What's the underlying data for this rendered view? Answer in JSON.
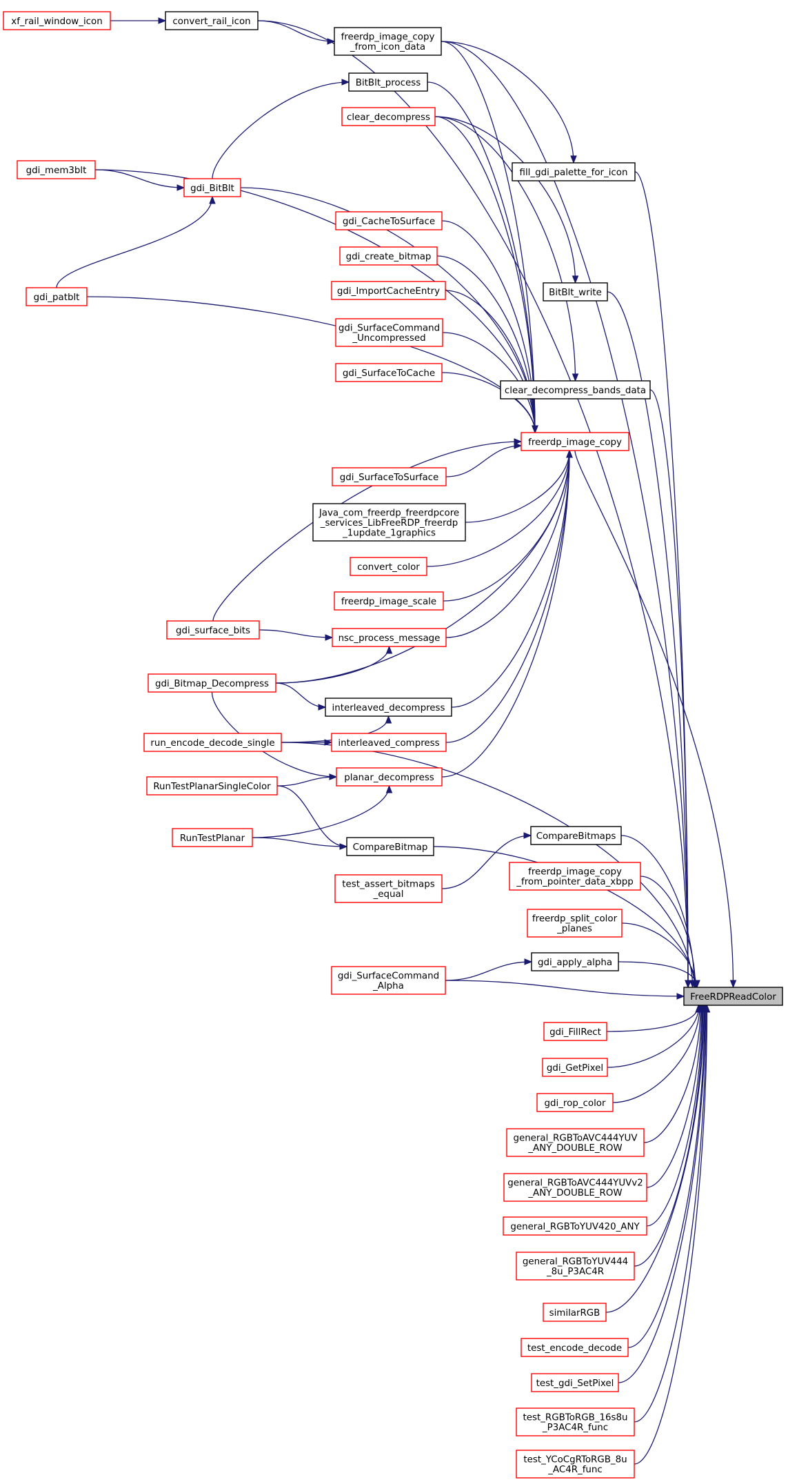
{
  "diagram": {
    "focus": "FreeRDPReadColor",
    "nodes": {
      "xf_rail_window_icon": [
        "xf_rail_window_icon"
      ],
      "convert_rail_icon": [
        "convert_rail_icon"
      ],
      "fic": [
        "freerdp_image_copy",
        "_from_icon_data"
      ],
      "BitBlt_process": [
        "BitBlt_process"
      ],
      "clear_decompress": [
        "clear_decompress"
      ],
      "gdi_mem3blt": [
        "gdi_mem3blt"
      ],
      "gdi_BitBlt": [
        "gdi_BitBlt"
      ],
      "fill_gdi_palette_for_icon": [
        "fill_gdi_palette_for_icon"
      ],
      "gdi_CacheToSurface": [
        "gdi_CacheToSurface"
      ],
      "gdi_create_bitmap": [
        "gdi_create_bitmap"
      ],
      "gdi_patblt": [
        "gdi_patblt"
      ],
      "gdi_ImportCacheEntry": [
        "gdi_ImportCacheEntry"
      ],
      "BitBlt_write": [
        "BitBlt_write"
      ],
      "gsc_unc": [
        "gdi_SurfaceCommand",
        "_Uncompressed"
      ],
      "gdi_SurfaceToCache": [
        "gdi_SurfaceToCache"
      ],
      "cdbd": [
        "clear_decompress_bands_data"
      ],
      "freerdp_image_copy": [
        "freerdp_image_copy"
      ],
      "gdi_SurfaceToSurface": [
        "gdi_SurfaceToSurface"
      ],
      "java": [
        "Java_com_freerdp_freerdpcore",
        "_services_LibFreeRDP_freerdp",
        "_1update_1graphics"
      ],
      "convert_color": [
        "convert_color"
      ],
      "freerdp_image_scale": [
        "freerdp_image_scale"
      ],
      "gdi_surface_bits": [
        "gdi_surface_bits"
      ],
      "nsc_process_message": [
        "nsc_process_message"
      ],
      "gdi_Bitmap_Decompress": [
        "gdi_Bitmap_Decompress"
      ],
      "interleaved_decompress": [
        "interleaved_decompress"
      ],
      "run_encode_decode_single": [
        "run_encode_decode_single"
      ],
      "interleaved_compress": [
        "interleaved_compress"
      ],
      "planar_decompress": [
        "planar_decompress"
      ],
      "RunTestPlanarSingleColor": [
        "RunTestPlanarSingleColor"
      ],
      "CompareBitmaps": [
        "CompareBitmaps"
      ],
      "RunTestPlanar": [
        "RunTestPlanar"
      ],
      "CompareBitmap": [
        "CompareBitmap"
      ],
      "fic_xbpp": [
        "freerdp_image_copy",
        "_from_pointer_data_xbpp"
      ],
      "test_assert_bitmaps_equal": [
        "test_assert_bitmaps",
        "_equal"
      ],
      "split_planes": [
        "freerdp_split_color",
        "_planes"
      ],
      "gdi_apply_alpha": [
        "gdi_apply_alpha"
      ],
      "gsc_alpha": [
        "gdi_SurfaceCommand",
        "_Alpha"
      ],
      "FreeRDPReadColor": [
        "FreeRDPReadColor"
      ],
      "gdi_FillRect": [
        "gdi_FillRect"
      ],
      "gdi_GetPixel": [
        "gdi_GetPixel"
      ],
      "gdi_rop_color": [
        "gdi_rop_color"
      ],
      "g444": [
        "general_RGBToAVC444YUV",
        "_ANY_DOUBLE_ROW"
      ],
      "g444v2": [
        "general_RGBToAVC444YUVv2",
        "_ANY_DOUBLE_ROW"
      ],
      "g420": [
        "general_RGBToYUV420_ANY"
      ],
      "gyuv444": [
        "general_RGBToYUV444",
        "_8u_P3AC4R"
      ],
      "similarRGB": [
        "similarRGB"
      ],
      "test_encode_decode": [
        "test_encode_decode"
      ],
      "test_gdi_SetPixel": [
        "test_gdi_SetPixel"
      ],
      "t16s8u": [
        "test_RGBToRGB_16s8u",
        "_P3AC4R_func"
      ],
      "tYCoCg": [
        "test_YCoCgRToRGB_8u",
        "_AC4R_func"
      ]
    },
    "edges": [
      [
        "xf_rail_window_icon",
        "convert_rail_icon"
      ],
      [
        "convert_rail_icon",
        "fic"
      ],
      [
        "convert_rail_icon",
        "FreeRDPReadColor"
      ],
      [
        "fic",
        "fill_gdi_palette_for_icon"
      ],
      [
        "fic",
        "freerdp_image_copy"
      ],
      [
        "fic",
        "FreeRDPReadColor"
      ],
      [
        "gdi_BitBlt",
        "BitBlt_process"
      ],
      [
        "BitBlt_process",
        "freerdp_image_copy"
      ],
      [
        "clear_decompress",
        "freerdp_image_copy"
      ],
      [
        "clear_decompress",
        "BitBlt_write"
      ],
      [
        "clear_decompress",
        "cdbd"
      ],
      [
        "gdi_mem3blt",
        "gdi_BitBlt"
      ],
      [
        "gdi_mem3blt",
        "freerdp_image_copy"
      ],
      [
        "gdi_patblt",
        "gdi_BitBlt"
      ],
      [
        "gdi_BitBlt",
        "freerdp_image_copy"
      ],
      [
        "gdi_patblt",
        "freerdp_image_copy"
      ],
      [
        "fill_gdi_palette_for_icon",
        "FreeRDPReadColor"
      ],
      [
        "gdi_CacheToSurface",
        "freerdp_image_copy"
      ],
      [
        "gdi_create_bitmap",
        "freerdp_image_copy"
      ],
      [
        "gdi_ImportCacheEntry",
        "freerdp_image_copy"
      ],
      [
        "BitBlt_write",
        "FreeRDPReadColor"
      ],
      [
        "gsc_unc",
        "freerdp_image_copy"
      ],
      [
        "gdi_SurfaceToCache",
        "freerdp_image_copy"
      ],
      [
        "cdbd",
        "FreeRDPReadColor"
      ],
      [
        "freerdp_image_copy",
        "FreeRDPReadColor"
      ],
      [
        "gdi_SurfaceToSurface",
        "freerdp_image_copy"
      ],
      [
        "java",
        "freerdp_image_copy"
      ],
      [
        "convert_color",
        "freerdp_image_copy"
      ],
      [
        "freerdp_image_scale",
        "freerdp_image_copy"
      ],
      [
        "gdi_surface_bits",
        "freerdp_image_copy"
      ],
      [
        "gdi_surface_bits",
        "nsc_process_message"
      ],
      [
        "nsc_process_message",
        "freerdp_image_copy"
      ],
      [
        "gdi_Bitmap_Decompress",
        "nsc_process_message"
      ],
      [
        "gdi_Bitmap_Decompress",
        "freerdp_image_copy"
      ],
      [
        "gdi_Bitmap_Decompress",
        "interleaved_decompress"
      ],
      [
        "gdi_Bitmap_Decompress",
        "planar_decompress"
      ],
      [
        "interleaved_decompress",
        "freerdp_image_copy"
      ],
      [
        "run_encode_decode_single",
        "interleaved_decompress"
      ],
      [
        "run_encode_decode_single",
        "interleaved_compress"
      ],
      [
        "run_encode_decode_single",
        "FreeRDPReadColor"
      ],
      [
        "interleaved_compress",
        "freerdp_image_copy"
      ],
      [
        "planar_decompress",
        "freerdp_image_copy"
      ],
      [
        "RunTestPlanarSingleColor",
        "planar_decompress"
      ],
      [
        "RunTestPlanarSingleColor",
        "CompareBitmap"
      ],
      [
        "RunTestPlanar",
        "planar_decompress"
      ],
      [
        "RunTestPlanar",
        "CompareBitmap"
      ],
      [
        "CompareBitmap",
        "FreeRDPReadColor"
      ],
      [
        "test_assert_bitmaps_equal",
        "CompareBitmaps"
      ],
      [
        "CompareBitmaps",
        "FreeRDPReadColor"
      ],
      [
        "fic_xbpp",
        "FreeRDPReadColor"
      ],
      [
        "split_planes",
        "FreeRDPReadColor"
      ],
      [
        "gsc_alpha",
        "gdi_apply_alpha"
      ],
      [
        "gsc_alpha",
        "FreeRDPReadColor"
      ],
      [
        "gdi_apply_alpha",
        "FreeRDPReadColor"
      ],
      [
        "gdi_FillRect",
        "FreeRDPReadColor"
      ],
      [
        "gdi_GetPixel",
        "FreeRDPReadColor"
      ],
      [
        "gdi_rop_color",
        "FreeRDPReadColor"
      ],
      [
        "g444",
        "FreeRDPReadColor"
      ],
      [
        "g444v2",
        "FreeRDPReadColor"
      ],
      [
        "g420",
        "FreeRDPReadColor"
      ],
      [
        "gyuv444",
        "FreeRDPReadColor"
      ],
      [
        "similarRGB",
        "FreeRDPReadColor"
      ],
      [
        "test_encode_decode",
        "FreeRDPReadColor"
      ],
      [
        "test_gdi_SetPixel",
        "FreeRDPReadColor"
      ],
      [
        "t16s8u",
        "FreeRDPReadColor"
      ],
      [
        "tYCoCg",
        "FreeRDPReadColor"
      ]
    ],
    "colors": {
      "edge": "#191970",
      "documented_node_border": "#000000",
      "undocumented_node_border": "#ff0000",
      "focus_fill": "#bfbfbf"
    }
  }
}
